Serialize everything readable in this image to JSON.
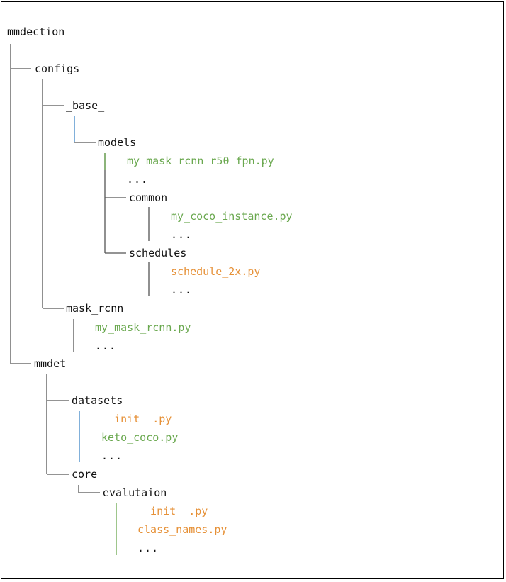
{
  "tree": {
    "root": "mmdection",
    "configs": "configs",
    "base": "_base_",
    "models": "models",
    "my_mask_rcnn_r50_fpn": "my_mask_rcnn_r50_fpn.py",
    "ellipsis": "...",
    "common": "common",
    "my_coco_instance": "my_coco_instance.py",
    "schedules": "schedules",
    "schedule_2x": "schedule_2x.py",
    "mask_rcnn": "mask_rcnn",
    "my_mask_rcnn": "my_mask_rcnn.py",
    "mmdet": "mmdet",
    "datasets": "datasets",
    "init_py": "__init__.py",
    "keto_coco": "keto_coco.py",
    "core": "core",
    "evalutaion": "evalutaion",
    "class_names": "class_names.py"
  },
  "colors": {
    "folder": "#111111",
    "file_green": "#6aa84f",
    "file_orange": "#e69138",
    "lines_gray": "#555555",
    "lines_green": "#6aa84f",
    "lines_blue": "#3d85c6"
  }
}
